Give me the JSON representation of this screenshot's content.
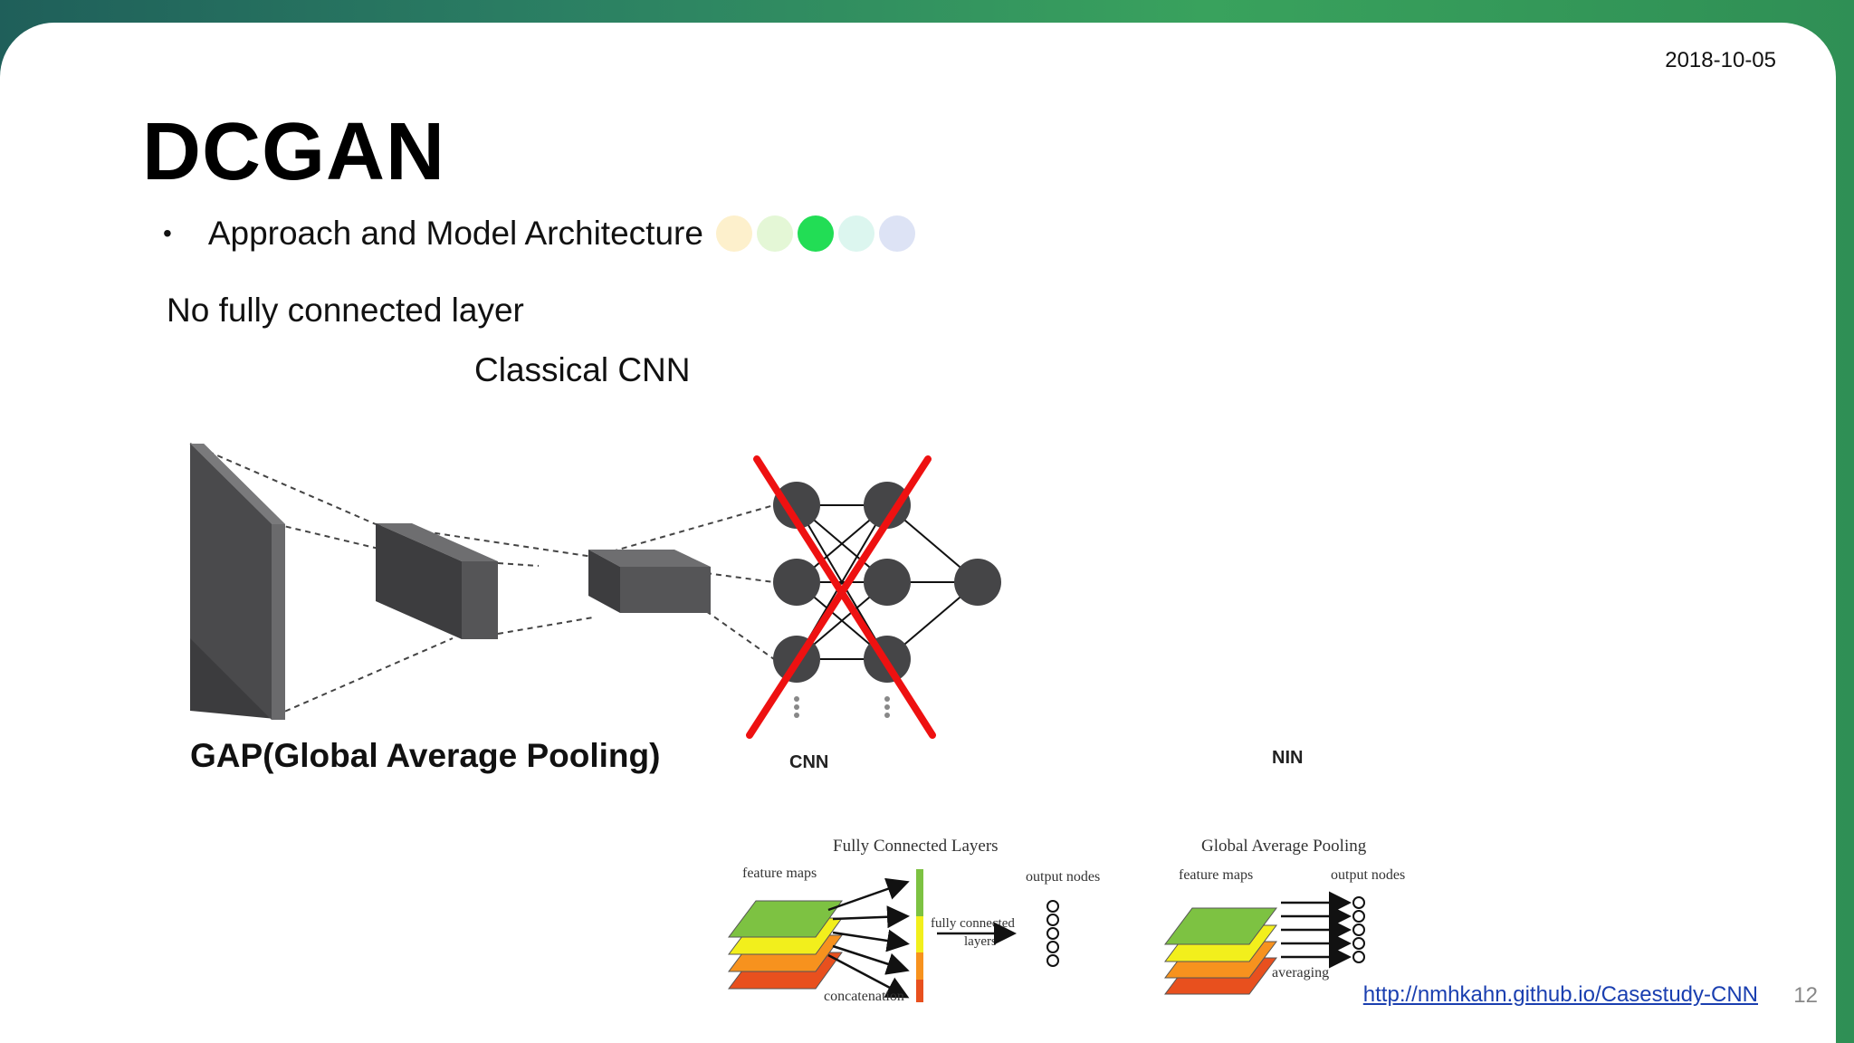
{
  "header": {
    "date": "2018-10-05"
  },
  "title": "DCGAN",
  "bullet": {
    "text": "Approach and Model Architecture",
    "progress_dots": [
      "#fdf0cc",
      "#e4f7d6",
      "#22dd55",
      "#dcf6ef",
      "#dde3f5"
    ]
  },
  "subheading": "No fully connected layer",
  "classical_cnn_title": "Classical CNN",
  "gap_title": "GAP(Global Average Pooling)",
  "comparison": {
    "cnn": {
      "label": "CNN",
      "title": "Fully Connected Layers",
      "feature_maps": "feature maps",
      "output_nodes": "output nodes",
      "middle_label_line1": "fully connected",
      "middle_label_line2": "layers",
      "bottom_label": "concatenation"
    },
    "nin": {
      "label": "NIN",
      "title": "Global Average Pooling",
      "feature_maps": "feature maps",
      "output_nodes": "output nodes",
      "bottom_label": "averaging"
    }
  },
  "footer": {
    "link": "http://nmhkahn.github.io/Casestudy-CNN",
    "page_number": "12"
  }
}
